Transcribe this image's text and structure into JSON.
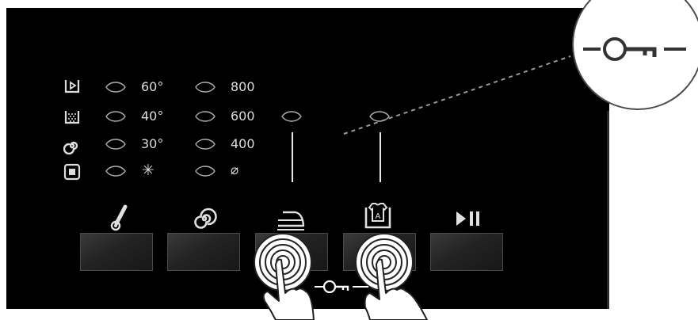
{
  "panel": {
    "background": "#000000",
    "wash_option_icons": [
      "prewash-icon",
      "intensive-icon",
      "spin-icon",
      "stop-icon"
    ],
    "temperatures": [
      "60°",
      "40°",
      "30°",
      "✳"
    ],
    "spins": [
      "800",
      "600",
      "400",
      "⌀"
    ]
  },
  "buttons": [
    {
      "name": "temperature",
      "icon": "thermometer-icon"
    },
    {
      "name": "spin",
      "icon": "spiral-icon"
    },
    {
      "name": "iron",
      "icon": "iron-icon"
    },
    {
      "name": "auto",
      "icon": "auto-shirt-icon"
    },
    {
      "name": "start-pause",
      "icon": "play-pause-icon"
    }
  ],
  "child_lock": {
    "icon": "key-icon",
    "zoom_icon": "key-icon"
  }
}
